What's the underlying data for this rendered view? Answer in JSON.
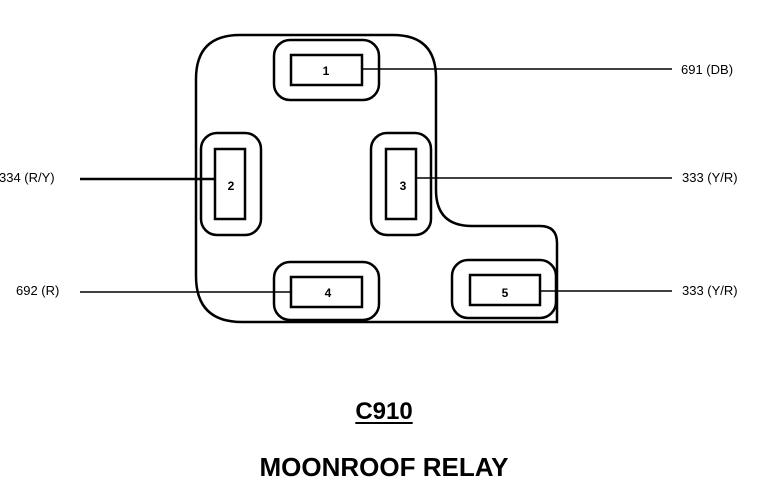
{
  "diagram": {
    "connector_id": "C910",
    "component_name": "MOONROOF RELAY",
    "pins": [
      {
        "number": "1",
        "circuit": "691 (DB)"
      },
      {
        "number": "2",
        "circuit": "334 (R/Y)"
      },
      {
        "number": "3",
        "circuit": "333 (Y/R)"
      },
      {
        "number": "4",
        "circuit": "692 (R)"
      },
      {
        "number": "5",
        "circuit": "333 (Y/R)"
      }
    ]
  }
}
